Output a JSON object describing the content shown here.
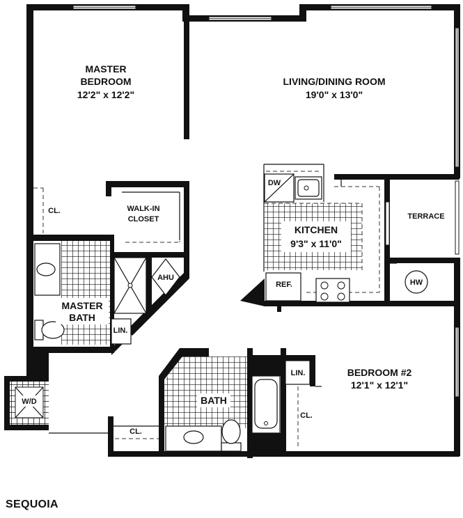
{
  "plan_name": "SEQUOIA",
  "rooms": {
    "master_bedroom": {
      "name_line1": "MASTER",
      "name_line2": "BEDROOM",
      "size": "12'2\" x 12'2\""
    },
    "living_dining": {
      "name": "LIVING/DINING ROOM",
      "size": "19'0\" x 13'0\""
    },
    "kitchen": {
      "name": "KITCHEN",
      "size": "9'3\" x 11'0\""
    },
    "terrace": {
      "name": "TERRACE"
    },
    "walk_in_closet": {
      "name_line1": "WALK-IN",
      "name_line2": "CLOSET"
    },
    "master_bath": {
      "name_line1": "MASTER",
      "name_line2": "BATH"
    },
    "bath": {
      "name": "BATH"
    },
    "bedroom2": {
      "name": "BEDROOM #2",
      "size": "12'1\" x 12'1\""
    }
  },
  "labels": {
    "closet_master": "CL.",
    "closet_hall": "CL.",
    "closet_bedroom2": "CL.",
    "linen_master": "LIN.",
    "linen_hall": "LIN.",
    "ahu": "AHU",
    "water_heater": "HW",
    "washer_dryer": "W/D",
    "dishwasher": "DW",
    "refrigerator": "REF."
  }
}
